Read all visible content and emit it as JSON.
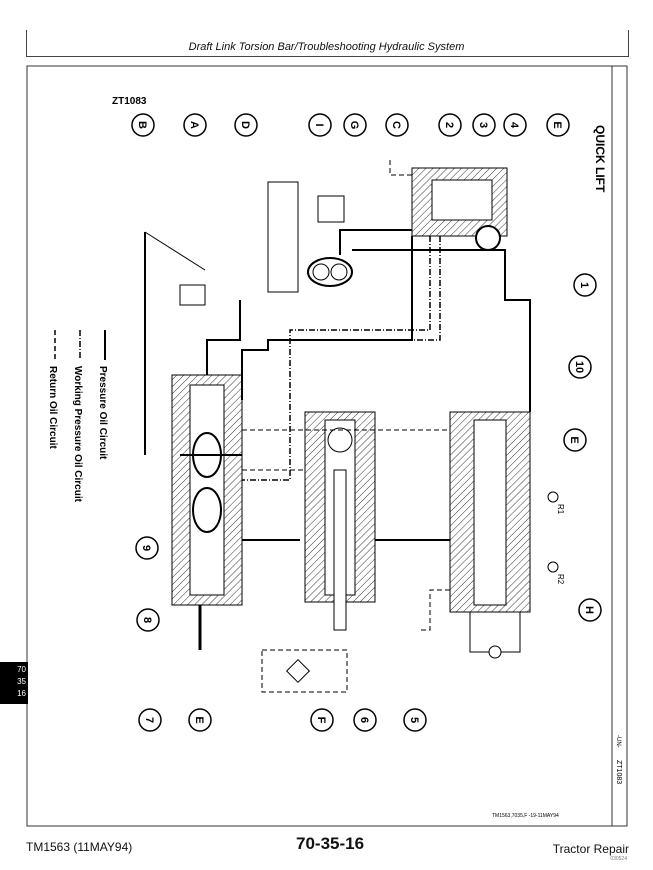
{
  "header": {
    "title": "Draft Link Torsion Bar/Troubleshooting Hydraulic System"
  },
  "figure": {
    "id": "ZT1083",
    "title": "QUICK LIFT",
    "side_code": "ZT1083",
    "side_mark": "-UN-",
    "ref": "TM1563,7035,F -19-11MAY94",
    "callouts_top": [
      "B",
      "A",
      "D",
      "I",
      "G",
      "C",
      "2",
      "3",
      "4",
      "E"
    ],
    "callouts_right": [
      "1",
      "10",
      "E",
      "H"
    ],
    "callouts_bottom": [
      "7",
      "E",
      "F",
      "6",
      "5"
    ],
    "callouts_left": [
      "9",
      "8"
    ],
    "port_labels": [
      "R1",
      "R2"
    ],
    "legend": [
      {
        "label": "Pressure Oil Circuit",
        "style": "solid"
      },
      {
        "label": "Working Pressure Oil Circuit",
        "style": "dash-dot"
      },
      {
        "label": "Return Oil Circuit",
        "style": "dashed"
      }
    ]
  },
  "footer": {
    "left": "TM1563 (11MAY94)",
    "center": "70-35-16",
    "right": "Tractor Repair",
    "code": "030524"
  },
  "tab": {
    "lines": [
      "70",
      "35",
      "16"
    ]
  }
}
